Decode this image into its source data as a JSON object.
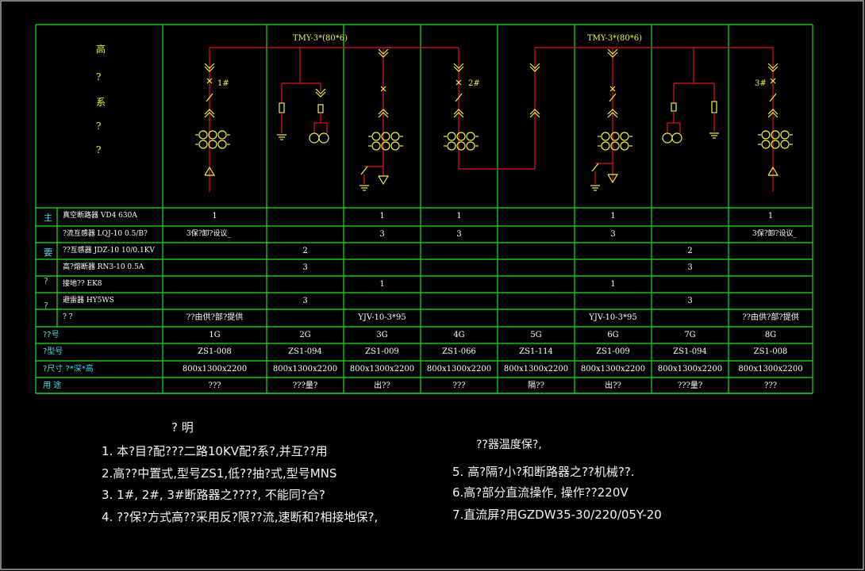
{
  "system_label": [
    "高",
    "?",
    "系",
    "?",
    "?"
  ],
  "busbars": [
    "TMY-3*(80*6)",
    "TMY-3*(80*6)"
  ],
  "breaker_tags": [
    "1#",
    "2#",
    "3#"
  ],
  "main_label": [
    "主",
    "要",
    "?",
    "?"
  ],
  "rows": [
    {
      "label": "真空断路器   VD4  630A",
      "cells": [
        "1",
        "",
        "1",
        "1",
        "",
        "1",
        "",
        "1"
      ]
    },
    {
      "label": "?流互感器    LQJ-10   0.5/B?",
      "cells": [
        "3保?卸?设议_",
        "",
        "3",
        "3",
        "",
        "3",
        "",
        "3保?卸?设议_"
      ]
    },
    {
      "label": "??互感器      JDZ-10  10/0.1KV",
      "cells": [
        "",
        "2",
        "",
        "",
        "",
        "",
        "2",
        ""
      ]
    },
    {
      "label": "高?熔断器    RN3-10   0.5A",
      "cells": [
        "",
        "3",
        "",
        "",
        "",
        "",
        "3",
        ""
      ]
    },
    {
      "label": "接地??        EK8",
      "cells": [
        "",
        "",
        "1",
        "",
        "",
        "1",
        "",
        ""
      ]
    },
    {
      "label": "避雷器         HY5WS",
      "cells": [
        "",
        "3",
        "",
        "",
        "",
        "",
        "3",
        ""
      ]
    },
    {
      "label": "?    ?",
      "cells": [
        "??由供?部?提供",
        "",
        "YJV-10-3*95",
        "",
        "",
        "YJV-10-3*95",
        "",
        "??由供?部?提供"
      ]
    }
  ],
  "bottom_rows": [
    {
      "label": "??号",
      "cells": [
        "1G",
        "2G",
        "3G",
        "4G",
        "5G",
        "6G",
        "7G",
        "8G"
      ]
    },
    {
      "label": "?型号",
      "cells": [
        "ZS1-008",
        "ZS1-094",
        "ZS1-009",
        "ZS1-066",
        "ZS1-114",
        "ZS1-009",
        "ZS1-094",
        "ZS1-008"
      ]
    },
    {
      "label": "?尺寸    ?*深*高",
      "cells": [
        "800x1300x2200",
        "800x1300x2200",
        "800x1300x2200",
        "800x1300x2200",
        "800x1300x2200",
        "800x1300x2200",
        "800x1300x2200",
        "800x1300x2200"
      ]
    },
    {
      "label": "用      途",
      "cells": [
        "???",
        "???量?",
        "出??",
        "???",
        "隔??",
        "出??",
        "???量?",
        "???"
      ]
    }
  ],
  "notes_title": "?      明",
  "notes_left": [
    "1. 本?目?配???二路10KV配?系?,并互??用",
    "2.高??中置式,型号ZS1,低??抽?式,型号MNS",
    "3. 1#, 2#, 3#断路器之????, 不能同?合?",
    "4. ??保?方式高??采用反?限??流,速断和?相接地保?,"
  ],
  "notes_right": [
    "??器温度保?,",
    "5. 高?隔?小?和断路器之??机械??.",
    "6.高?部分直流操作, 操作??220V",
    "7.直流屏?用GZDW35-30/220/05Y-20"
  ],
  "colors": {
    "grid": "#19e619",
    "bus": "#e31414",
    "symbol": "#f2f24a",
    "text": "#3fe0e8"
  }
}
